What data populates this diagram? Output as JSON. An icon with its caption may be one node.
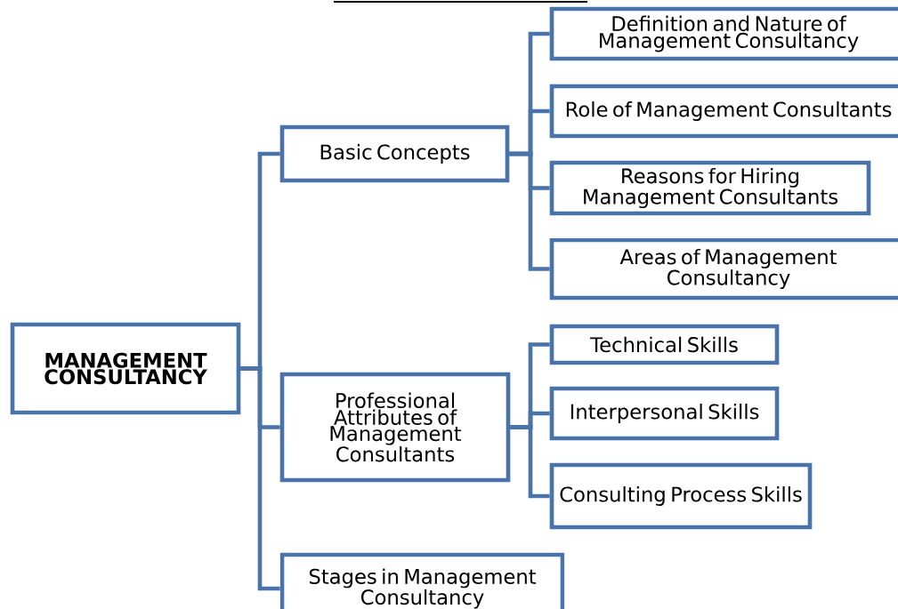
{
  "diagram": {
    "nodes": [
      {
        "text": [
          "MANAGEMENT CONSULTANCY"
        ]
      },
      {
        "text": [
          "Basic Concepts"
        ]
      },
      {
        "text": [
          "Definition and Nature of Management Consultancy"
        ]
      },
      {
        "text": [
          "Role of Management Consultants"
        ]
      },
      {
        "text": [
          "Reasons for Hiring Management Consultants"
        ]
      },
      {
        "text": [
          "Areas of Management Consultancy"
        ]
      },
      {
        "text": [
          "Professional Attributes of Management Consultants"
        ]
      },
      {
        "text": [
          "Technical Skills"
        ]
      },
      {
        "text": [
          "Interpersonal Skills"
        ]
      },
      {
        "text": [
          "Consulting Process Skills"
        ]
      },
      {
        "text": [
          "Stages in Management Consultancy"
        ]
      }
    ],
    "edges": [
      {
        "from": 0,
        "to": 1,
        "arrow": "none"
      },
      {
        "from": 0,
        "to": 6,
        "arrow": "none"
      },
      {
        "from": 0,
        "to": 10,
        "arrow": "none"
      },
      {
        "from": 1,
        "to": 2,
        "arrow": "none"
      },
      {
        "from": 1,
        "to": 3,
        "arrow": "none"
      },
      {
        "from": 1,
        "to": 4,
        "arrow": "none"
      },
      {
        "from": 1,
        "to": 5,
        "arrow": "none"
      },
      {
        "from": 6,
        "to": 7,
        "arrow": "none"
      },
      {
        "from": 6,
        "to": 8,
        "arrow": "none"
      },
      {
        "from": 6,
        "to": 9,
        "arrow": "none"
      }
    ]
  }
}
